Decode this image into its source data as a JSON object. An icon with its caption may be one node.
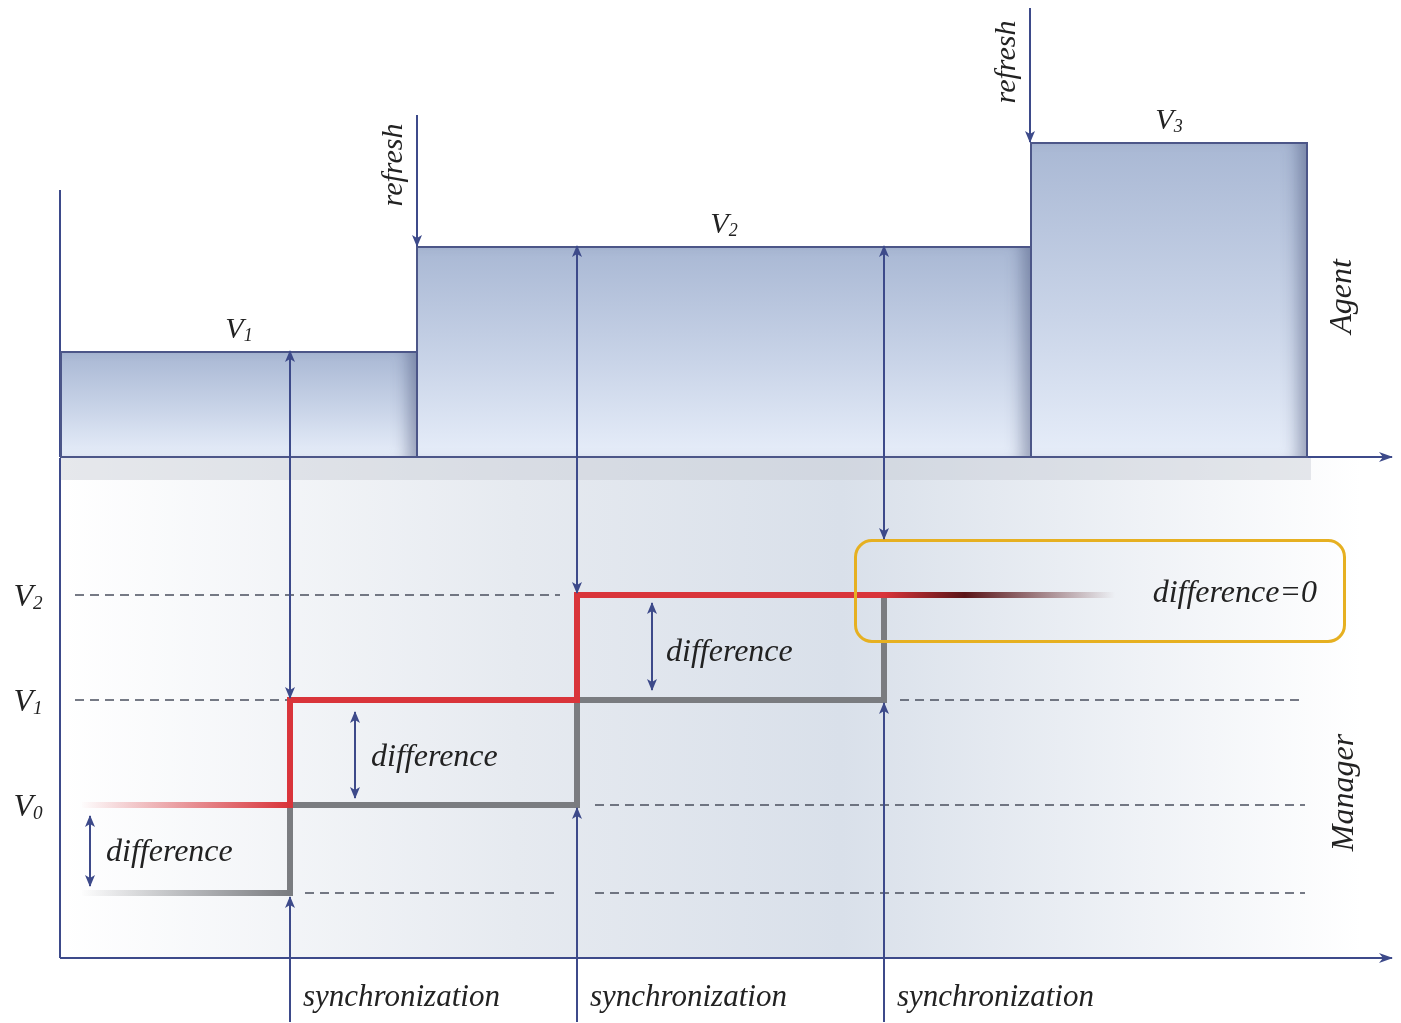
{
  "diagram": {
    "nodes": [
      {
        "text": [
          "V$_{1}$"
        ]
      },
      {
        "text": [
          "V$_{2}$"
        ]
      },
      {
        "text": [
          "V$_{3}$"
        ]
      },
      {
        "text": [
          "difference=0"
        ]
      },
      {
        "text": [
          "synchronization"
        ]
      },
      {
        "text": [
          "synchronization"
        ]
      },
      {
        "text": [
          "synchronization"
        ]
      }
    ],
    "edges": [
      {
        "from": null,
        "to": 1,
        "arrow": "to",
        "label": "refresh"
      },
      {
        "from": null,
        "to": 2,
        "arrow": "to",
        "label": "refresh"
      },
      {
        "from": 0,
        "to": null,
        "arrow": "both"
      },
      {
        "from": 1,
        "to": null,
        "arrow": "both"
      },
      {
        "from": 1,
        "to": 3,
        "arrow": "both"
      },
      {
        "from": 4,
        "to": null,
        "arrow": "to"
      },
      {
        "from": 5,
        "to": null,
        "arrow": "to"
      },
      {
        "from": 6,
        "to": null,
        "arrow": "to"
      }
    ],
    "labels": [
      "Agent",
      "V$_{2}$",
      "difference",
      "V$_{1}$",
      "difference",
      "V$_{0}$",
      "Manager",
      "difference"
    ]
  }
}
